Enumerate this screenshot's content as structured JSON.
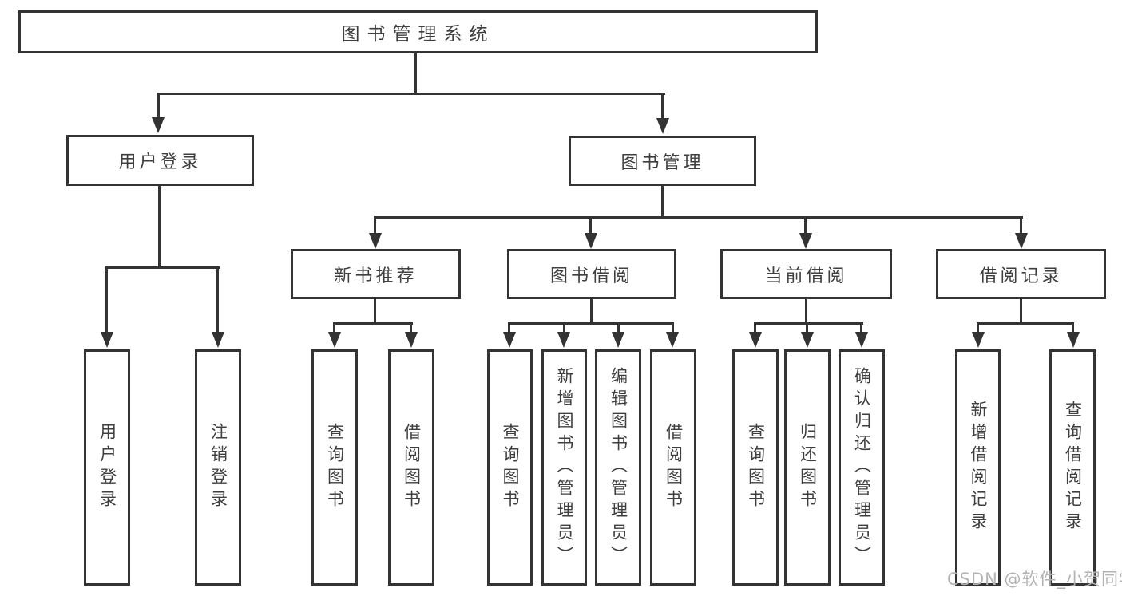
{
  "diagram": {
    "root": {
      "label": "图书管理系统"
    },
    "level2": [
      {
        "label": "用户登录"
      },
      {
        "label": "图书管理"
      }
    ],
    "level3": [
      {
        "label": "新书推荐",
        "parent": "图书管理"
      },
      {
        "label": "图书借阅",
        "parent": "图书管理"
      },
      {
        "label": "当前借阅",
        "parent": "图书管理"
      },
      {
        "label": "借阅记录",
        "parent": "图书管理"
      }
    ],
    "leaves": [
      {
        "label": "用户登录",
        "parent": "用户登录"
      },
      {
        "label": "注销登录",
        "parent": "用户登录"
      },
      {
        "label": "查询图书",
        "parent": "新书推荐"
      },
      {
        "label": "借阅图书",
        "parent": "新书推荐"
      },
      {
        "label": "查询图书",
        "parent": "图书借阅"
      },
      {
        "label": "新增图书（管理员）",
        "parent": "图书借阅"
      },
      {
        "label": "编辑图书（管理员）",
        "parent": "图书借阅"
      },
      {
        "label": "借阅图书",
        "parent": "图书借阅"
      },
      {
        "label": "查询图书",
        "parent": "当前借阅"
      },
      {
        "label": "归还图书",
        "parent": "当前借阅"
      },
      {
        "label": "确认归还（管理员）",
        "parent": "当前借阅"
      },
      {
        "label": "新增借阅记录",
        "parent": "借阅记录"
      },
      {
        "label": "查询借阅记录",
        "parent": "借阅记录"
      }
    ],
    "colors": {
      "line": "#333333",
      "box_border": "#333333",
      "text": "#3f3f3f",
      "watermark": "#b3b3b3",
      "background": "#ffffff"
    }
  },
  "watermark": {
    "text": "CSDN @软件_小贺同学"
  }
}
